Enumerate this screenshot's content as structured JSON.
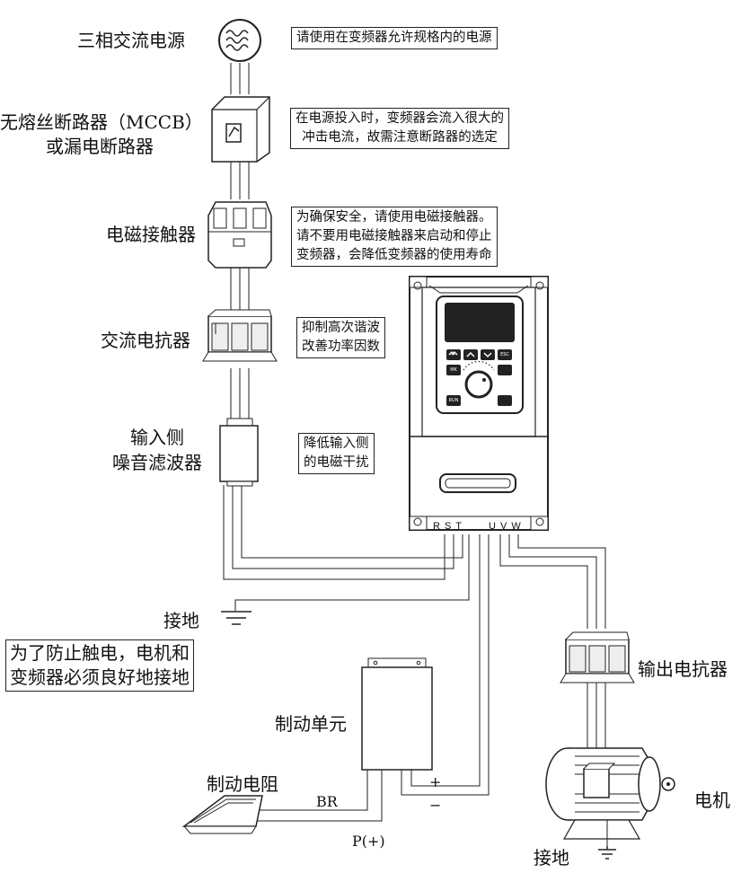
{
  "components": {
    "power_source": "三相交流电源",
    "breaker_line1": "无熔丝断路器（MCCB）",
    "breaker_line2": "或漏电断路器",
    "contactor": "电磁接触器",
    "ac_reactor": "交流电抗器",
    "input_filter_line1": "输入侧",
    "input_filter_line2": "噪音滤波器",
    "ground": "接地",
    "brake_unit": "制动单元",
    "brake_resistor": "制动电阻",
    "output_reactor": "输出电抗器",
    "motor": "电机",
    "motor_ground": "接地"
  },
  "notes": {
    "power": "请使用在变频器允许规格内的电源",
    "breaker_line1": "在电源投入时，变频器会流入很大的",
    "breaker_line2": "冲击电流，故需注意断路器的选定",
    "contactor_line1": "为确保安全，请使用电磁接触器。",
    "contactor_line2": "请不要用电磁接触器来启动和停止",
    "contactor_line3": "变频器，会降低变频器的使用寿命",
    "reactor_line1": "抑制高次谐波",
    "reactor_line2": "改善功率因数",
    "filter_line1": "降低输入侧",
    "filter_line2": "的电磁干扰",
    "ground_line1": "为了防止触电，电机和",
    "ground_line2": "变频器必须良好地接地"
  },
  "terminals": {
    "input": "R S T",
    "output": "U V W",
    "br": "BR",
    "p_plus": "P(+)",
    "plus": "+",
    "minus": "−"
  },
  "keypad": {
    "mk": "MK",
    "esc": "ESC",
    "run": "RUN"
  }
}
